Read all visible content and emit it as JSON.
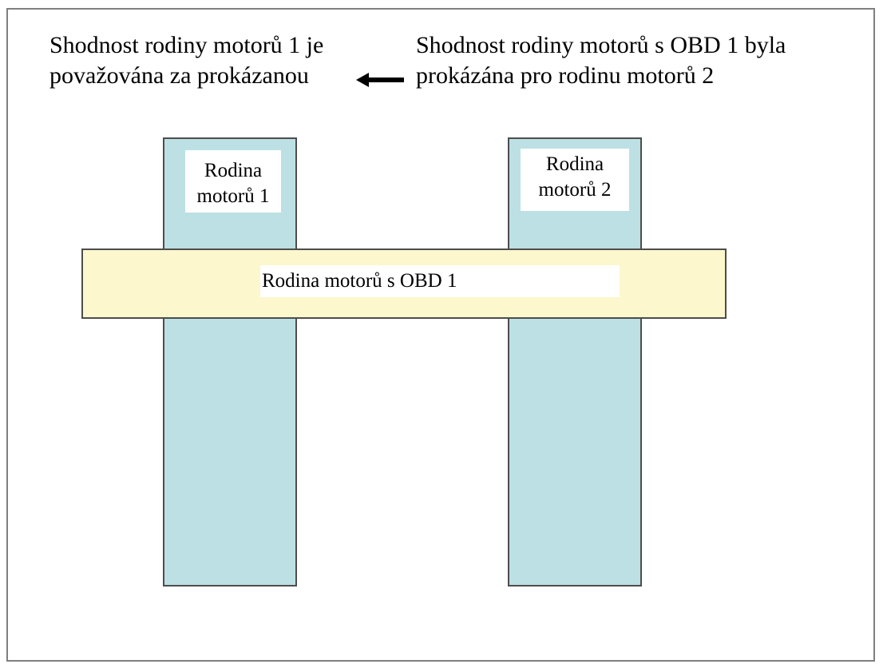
{
  "captions": {
    "left": {
      "line1": "Shodnost rodiny motorů 1 je",
      "line2": "považována za prokázanou"
    },
    "right": {
      "line1": "Shodnost rodiny motorů s OBD 1 byla",
      "line2": "prokázána pro rodinu motorů 2"
    }
  },
  "columns": [
    {
      "line1": "Rodina",
      "line2": "motorů 1"
    },
    {
      "line1": "Rodina",
      "line2": "motorů 2"
    }
  ],
  "beam": {
    "label": "Rodina motorů s OBD 1"
  },
  "colors": {
    "column_fill": "#bce0e3",
    "beam_fill": "#fcf7cc",
    "border": "#4d4d4d",
    "frame": "#7f7f7f"
  }
}
